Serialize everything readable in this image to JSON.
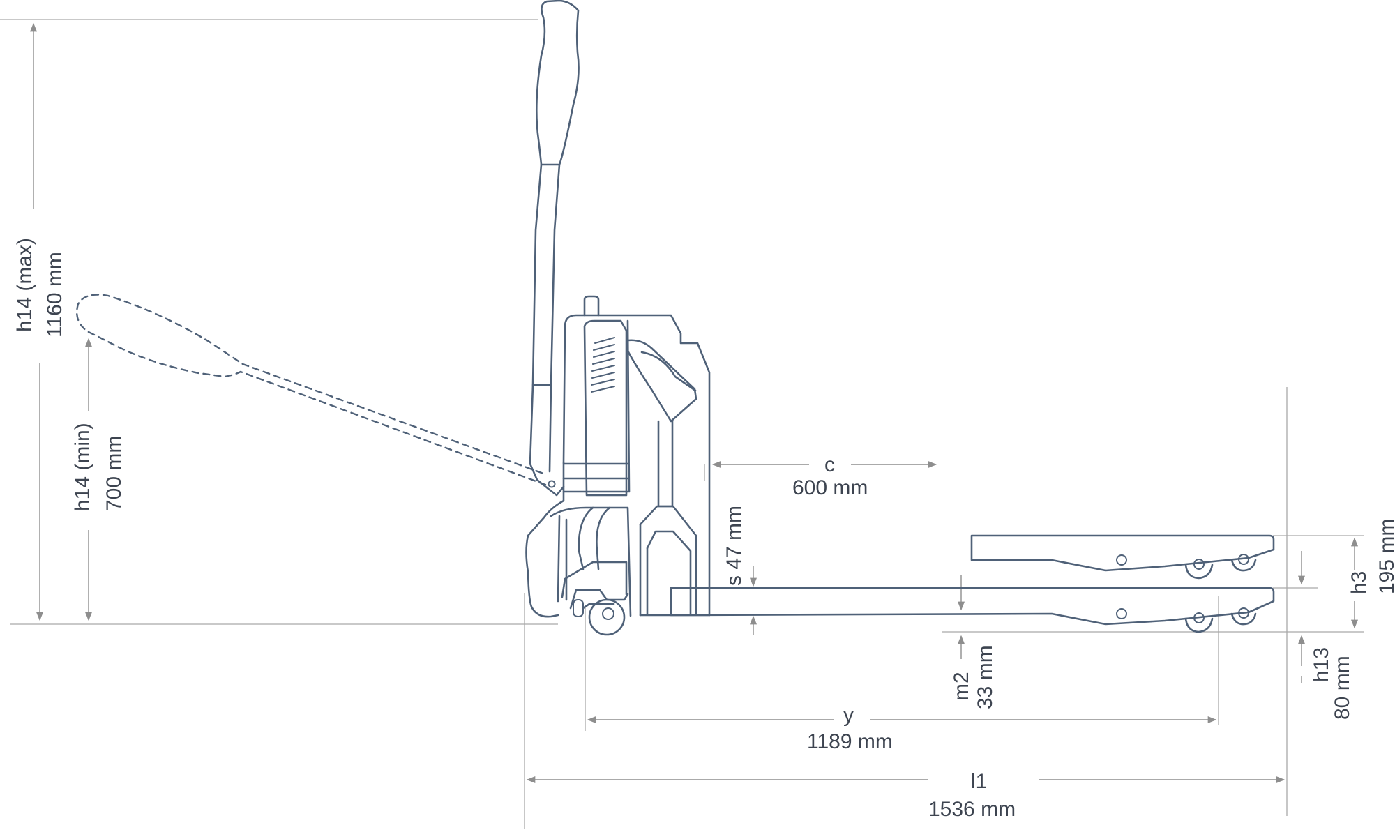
{
  "dimensions": {
    "h14_max": {
      "label": "h14 (max)",
      "value": "1160 mm"
    },
    "h14_min": {
      "label": "h14 (min)",
      "value": "700  mm"
    },
    "c": {
      "label": "c",
      "value": "600 mm"
    },
    "s": {
      "label": "s 47 mm"
    },
    "h3": {
      "label": "h3",
      "value": "195 mm"
    },
    "m2": {
      "label": "m2",
      "value": "33 mm"
    },
    "h13": {
      "label": "h13",
      "value": "80 mm"
    },
    "y": {
      "label": "y",
      "value": "1189 mm"
    },
    "l1": {
      "label": "l1",
      "value": "1536 mm"
    }
  },
  "colors": {
    "outline": "#4f6178",
    "dimension_line": "#8e8e8e",
    "text": "#3d4450"
  }
}
